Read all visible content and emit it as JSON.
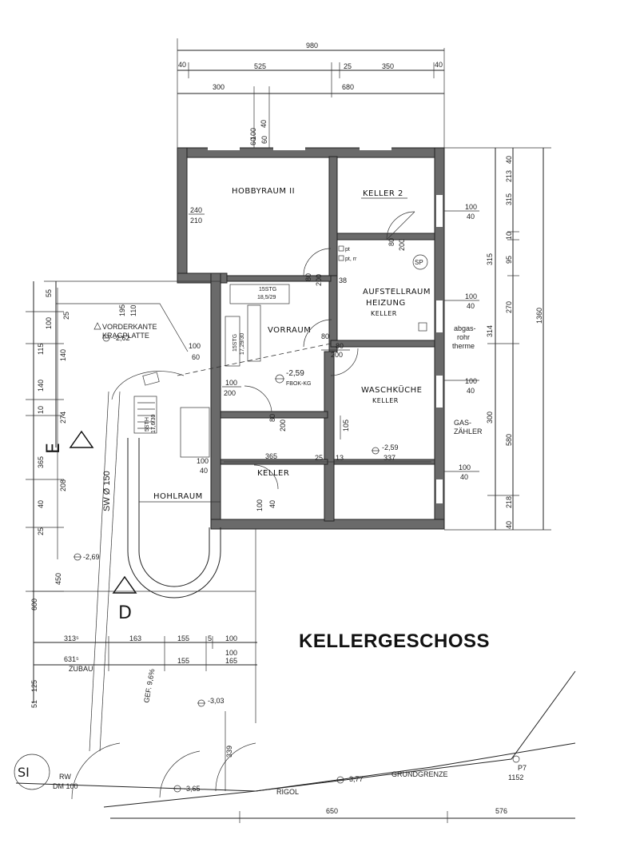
{
  "title": "KELLERGESCHOSS",
  "rooms": {
    "hobbyraum": "HOBBYRAUM II",
    "keller2": "KELLER 2",
    "aufstellraum_1": "AUFSTELLRAUM",
    "aufstellraum_2": "HEIZUNG",
    "aufstellraum_3": "KELLER",
    "vorraum": "VORRAUM",
    "waschkueche": "WASCHKÜCHE",
    "waschkueche_sub": "KELLER",
    "keller": "KELLER",
    "hohlraum": "HOHLRAUM"
  },
  "annotations": {
    "vorderkante_1": "VORDERKANTE",
    "vorderkante_2": "KRAGPLATTE",
    "abgas_1": "abgas-",
    "abgas_2": "rohr",
    "abgas_3": "therme",
    "gas_1": "GAS-",
    "gas_2": "ZÄHLER",
    "sp": "SP",
    "pt1": "pt",
    "pt2": "pt, rr",
    "sw": "SW Ø 150",
    "zubau": "ZUBAU",
    "gef": "GEF. 9,6%",
    "rw": "RW",
    "dm": "DM 100",
    "si": "SI",
    "rigol": "RIGOL",
    "grundgrenze": "GRUNDGRENZE",
    "p7": "P7",
    "p7_val": "1152",
    "fbok": "FBOK-KG",
    "stair1": "15STG",
    "stair1b": "18,5/29",
    "stair2": "15STG",
    "stair2b": "17,29/30",
    "stair3": "5STH",
    "stair3b": "17,6/30"
  },
  "levels": {
    "l1": "-2,62",
    "l2": "-2,59",
    "l3": "-2,59",
    "l4": "-2,69",
    "l5": "-3,03",
    "l6": "-3,65",
    "l7": "-3,77",
    "lbl_337": "337"
  },
  "dims_top": {
    "d980": "980",
    "d40a": "40",
    "d525": "525",
    "d25": "25",
    "d350": "350",
    "d40b": "40",
    "d300": "300",
    "d680": "680",
    "d100": "100",
    "d40c": "40",
    "d60a": "60",
    "d60b": "60"
  },
  "dims_right": {
    "r40a": "40",
    "r213": "213",
    "r315a": "315",
    "r10": "10",
    "r95": "95",
    "r315b": "315",
    "r270": "270",
    "r314": "314",
    "r1360": "1360",
    "r300": "300",
    "r580": "580",
    "r218": "218",
    "r40b": "40",
    "w100a": "100",
    "w40a": "40",
    "w100b": "100",
    "w40b": "40",
    "w100c": "100",
    "w40c": "40",
    "w100d": "100",
    "w40d": "40"
  },
  "dims_left": {
    "l55": "55",
    "l100": "100",
    "l25": "25",
    "l115": "115",
    "l140a": "140",
    "l140b": "140",
    "l10": "10",
    "l274": "274",
    "l365": "365",
    "l208": "208",
    "l40": "40",
    "l25b": "25",
    "l450": "450",
    "l600": "600",
    "l125": "125",
    "l51": "51",
    "l195": "195",
    "l110": "110"
  },
  "dims_inner": {
    "h240": "240",
    "h210": "210",
    "d80a": "80",
    "d200a": "200",
    "d80b": "80",
    "d200b": "200",
    "d38": "38",
    "d100a": "100",
    "d60": "60",
    "d80c": "80",
    "d200c": "200",
    "d100b": "100",
    "d200d": "200",
    "d80d": "80",
    "d200e": "200",
    "d105": "105",
    "d365": "365",
    "d25": "25",
    "d13": "13",
    "d100c": "100",
    "d40": "40",
    "d100d": "100",
    "d40b": "40"
  },
  "dims_bottom": {
    "b313": "313⁵",
    "b163": "163",
    "b155a": "155",
    "b5": "5",
    "b100a": "100",
    "b631": "631⁵",
    "b155b": "155",
    "b100b": "100",
    "b165": "165",
    "b339": "339",
    "b650": "650",
    "b576": "576"
  },
  "markers": {
    "e": "E",
    "d": "D"
  }
}
